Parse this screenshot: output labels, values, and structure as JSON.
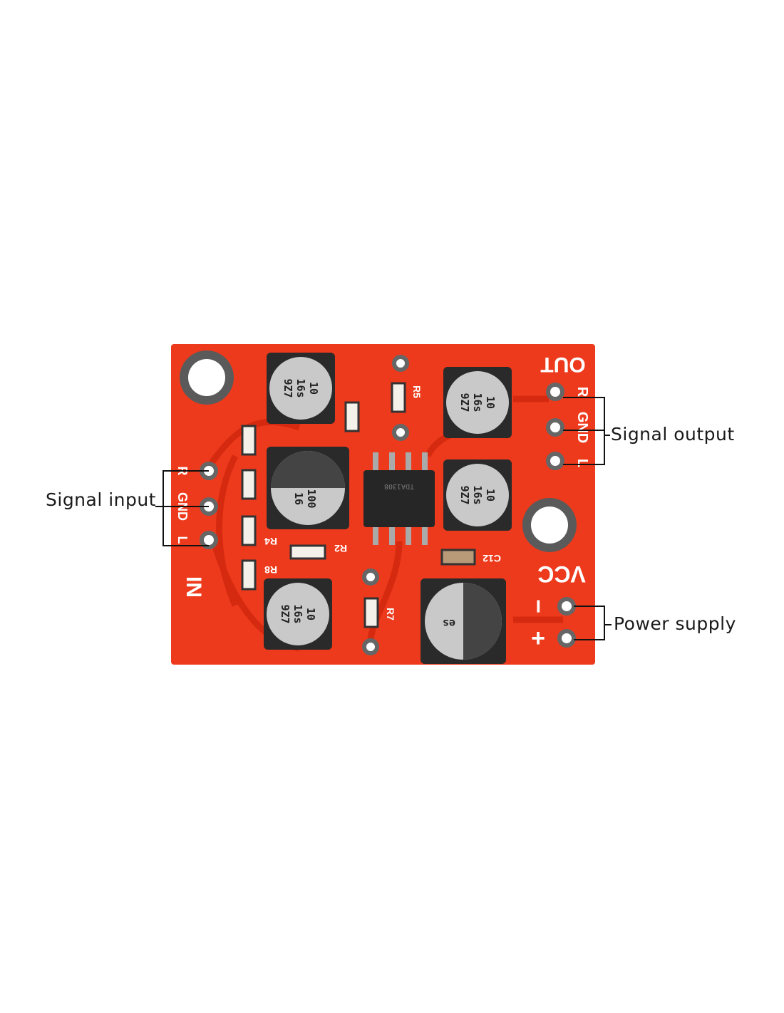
{
  "colors": {
    "pcb": "#ee3a1c",
    "trace": "#d52a10",
    "cap": "#c9c9c9",
    "ic": "#262626"
  },
  "annotations": {
    "signal_input": "Signal input",
    "signal_output": "Signal output",
    "power_supply": "Power supply"
  },
  "silkscreen": {
    "out": "OUT",
    "out_r": "R",
    "out_gnd": "GND",
    "out_l": "L",
    "vcc": "VCC",
    "minus": "−",
    "plus": "+",
    "in": "IN",
    "in_r": "R",
    "in_gnd": "GND",
    "in_l": "L",
    "r2": "R2",
    "r4": "R4",
    "r5": "R5",
    "r7": "R7",
    "r8": "R8",
    "c12": "C12"
  },
  "components": {
    "small_cap": [
      "10",
      "16s",
      "9Z7"
    ],
    "big_cap": [
      "100",
      "16",
      "es"
    ],
    "ic_label": "TDA1308"
  }
}
